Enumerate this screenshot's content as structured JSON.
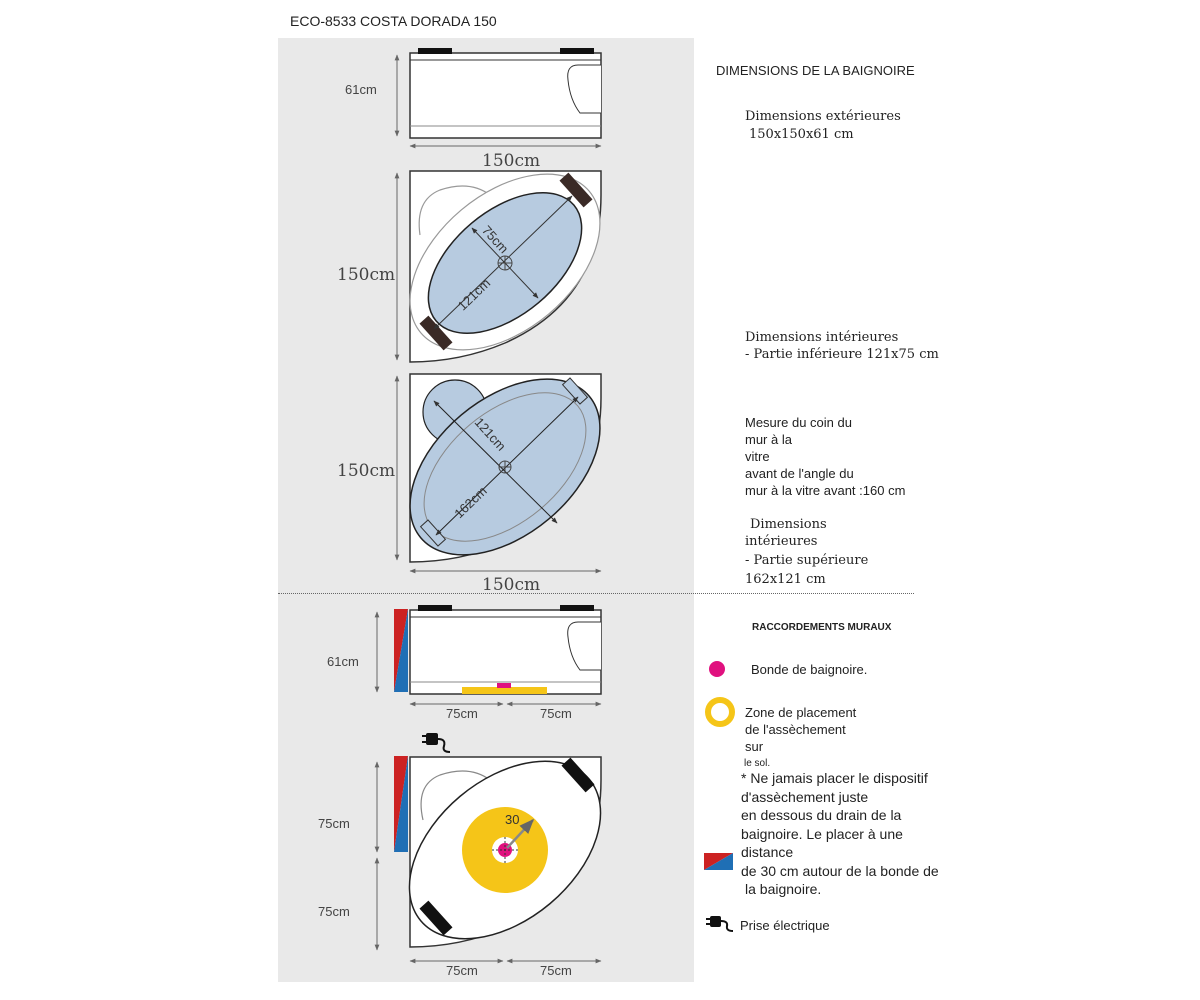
{
  "title": "ECO-8533 COSTA DORADA 150",
  "dims": {
    "top_h": "61cm",
    "top_w": "150cm",
    "plan1_h": "150cm",
    "plan2_h": "150cm",
    "plan2_w": "150cm",
    "inner_d1": "75cm",
    "inner_d2": "121cm",
    "sup_d1": "121cm",
    "sup_d2": "162cm",
    "side_h": "61cm",
    "side_w_left": "75cm",
    "side_w_right": "75cm",
    "bottom_h1": "75cm",
    "bottom_h2": "75cm",
    "bottom_w_left": "75cm",
    "bottom_w_right": "75cm",
    "ring_r": "30"
  },
  "right": {
    "heading": "DIMENSIONS DE LA BAIGNOIRE",
    "ext_title": "Dimensions extérieures",
    "ext_value": "150x150x61 cm",
    "int_title": "Dimensions intérieures",
    "int_value": "- Partie inférieure 121x75 cm",
    "corner_lines": [
      "Mesure du coin du",
      "mur à la",
      "vitre",
      "avant de l'angle du",
      "mur à la vitre avant :160 cm"
    ],
    "sup_title_1": "Dimensions",
    "sup_title_2": "intérieures",
    "sup_value_1": "- Partie supérieure",
    "sup_value_2": "162x121 cm"
  },
  "legend": {
    "heading": "RACCORDEMENTS MURAUX",
    "drain": "Bonde de baignoire.",
    "zone_lines": [
      "Zone de placement",
      "de l'assèchement",
      "sur"
    ],
    "zone_small": "le sol.",
    "note_lines": [
      "*  Ne jamais placer le dispositif",
      "d'assèchement juste",
      "en dessous du drain de la",
      "baignoire. Le placer à une",
      "distance",
      "de 30 cm autour de la bonde de",
      "la baignoire."
    ],
    "plug": "Prise électrique"
  },
  "colors": {
    "panel": "#e9e9e9",
    "basin": "#b7cbe0",
    "drain": "#e0117f",
    "zone": "#f5c518",
    "hot": "#cc2222",
    "cold": "#1f6fb5",
    "pillow": "#3a2a26"
  }
}
